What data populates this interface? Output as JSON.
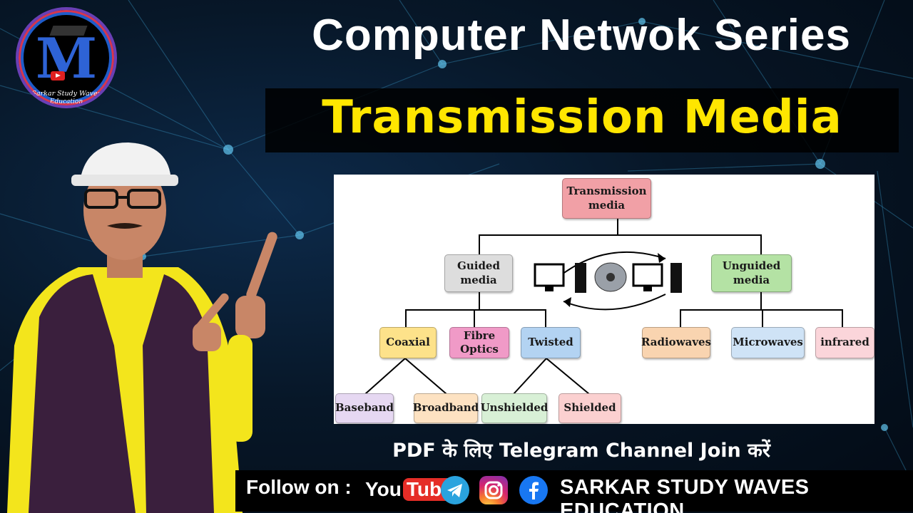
{
  "branding": {
    "logo_letter": "M",
    "logo_text_line1": "Sarkar Study Waves",
    "logo_text_line2": "Education"
  },
  "titles": {
    "series": "Computer Netwok Series",
    "topic": "Transmission Media"
  },
  "diagram": {
    "root": [
      "Transmission",
      "media"
    ],
    "guided": [
      "Guided",
      "media"
    ],
    "unguided": [
      "Unguided",
      "media"
    ],
    "coaxial": "Coaxial",
    "fibre": [
      "Fibre",
      "Optics"
    ],
    "twisted": "Twisted",
    "radiowaves": "Radiowaves",
    "microwaves": "Microwaves",
    "infrared": "infrared",
    "baseband": "Baseband",
    "broadband": "Broadband",
    "unshielded": "Unshielded",
    "shielded": "Shielded"
  },
  "footer": {
    "pdf_note": "PDF के लिए Telegram Channel Join करें",
    "follow_label": "Follow on :",
    "youtube_you": "You",
    "youtube_tube": "Tube",
    "channel_name": "SARKAR STUDY WAVES EDUCATION"
  },
  "icons": {
    "telegram": "telegram-icon",
    "instagram": "instagram-icon",
    "facebook": "facebook-icon",
    "youtube": "youtube-logo"
  },
  "colors": {
    "topic_title": "#ffe600",
    "series_title": "#ffffff",
    "background": "#071728"
  }
}
